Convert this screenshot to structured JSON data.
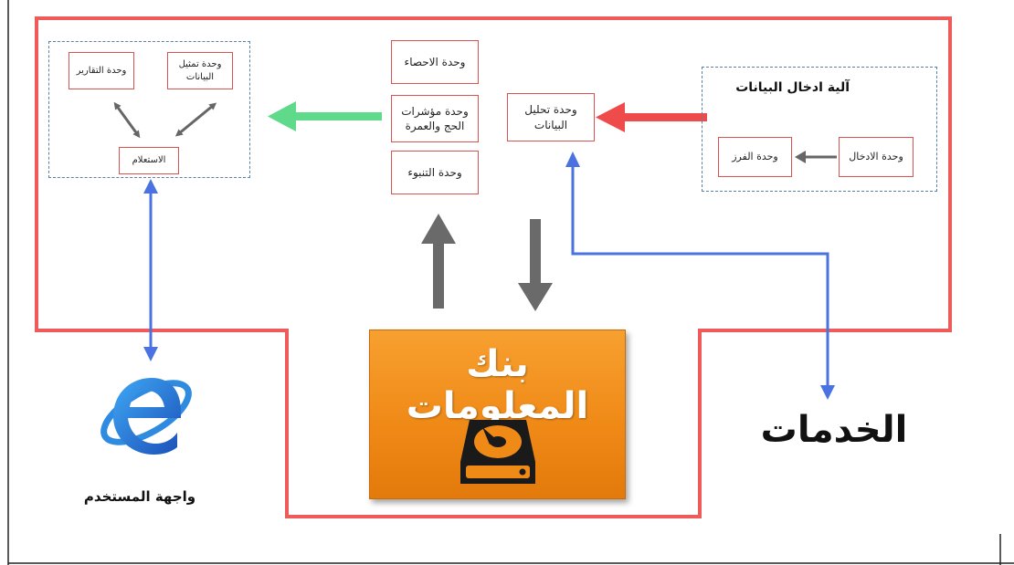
{
  "colors": {
    "boundary": "#ef5a5a",
    "box_border": "#d9534f",
    "dashed_border": "#5a7fa8",
    "red_arrow": "#ef4b4b",
    "green_arrow": "#5fd98a",
    "gray_arrow": "#666666",
    "blue_arrow": "#4a72e0",
    "bank_fill": "#f08a17"
  },
  "input_group": {
    "title": "آلية ادخال البيانات",
    "entry_unit": "وحدة الادخال",
    "sorting_unit": "وحدة الفرز"
  },
  "analysis_unit": "وحدة تحليل البيانات",
  "middle_units": {
    "statistics": "وحدة الاحصاء",
    "hajj_umrah_indicators": "وحدة مؤشرات الحج والعمرة",
    "prediction": "وحدة التنبوء"
  },
  "output_group": {
    "reports_unit": "وحدة التقارير",
    "visualization_unit": "وحدة تمثيل البيانات",
    "query_unit": "الاستعلام"
  },
  "data_bank": {
    "title": "بنك المعلومات",
    "icon": "hard-drive-icon"
  },
  "services_label": "الخدمات",
  "user_interface": {
    "label": "واجهة المستخدم",
    "icon": "internet-explorer-icon"
  }
}
